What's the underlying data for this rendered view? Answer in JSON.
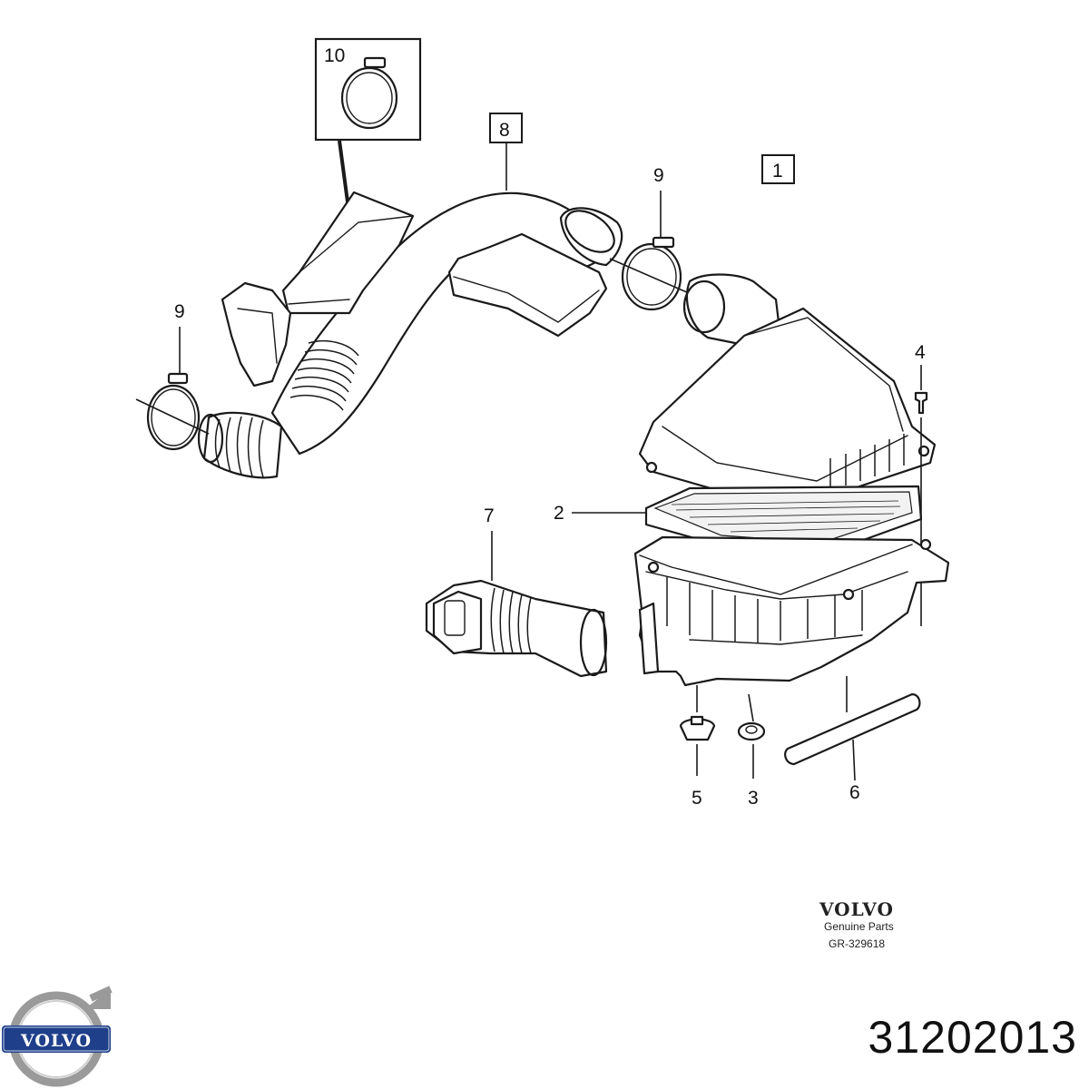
{
  "diagram": {
    "callouts": {
      "c1": "1",
      "c2": "2",
      "c3": "3",
      "c4": "4",
      "c5": "5",
      "c6": "6",
      "c7": "7",
      "c8": "8",
      "c9_left": "9",
      "c9_right": "9",
      "c10": "10"
    },
    "parts_block": {
      "brand": "VOLVO",
      "subtitle": "Genuine Parts",
      "ref": "GR-329618"
    }
  },
  "footer": {
    "logo_text": "VOLVO",
    "part_number": "31202013"
  },
  "colors": {
    "ink": "#1a1a1a",
    "logo_blue": "#1f3f8a",
    "logo_silver": "#9a9a9a"
  }
}
